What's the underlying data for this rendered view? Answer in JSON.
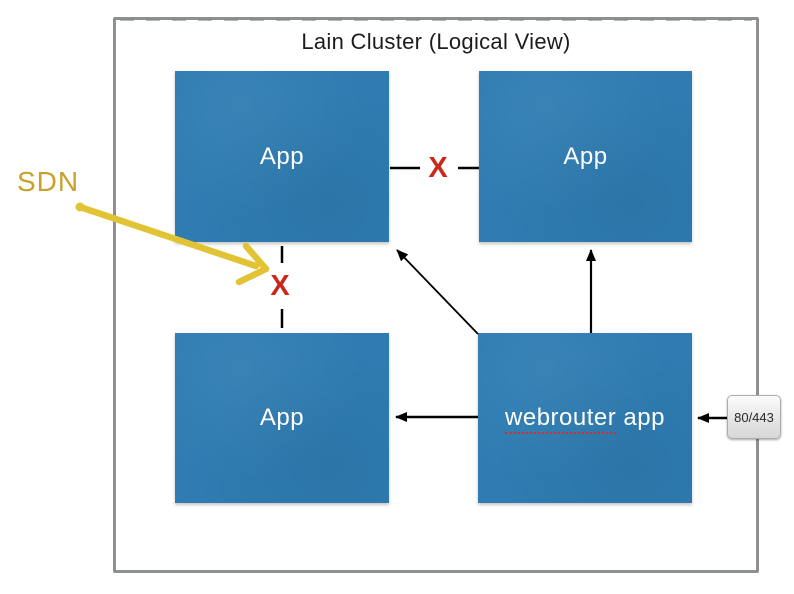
{
  "title": "Lain Cluster (Logical View)",
  "nodes": {
    "app_top_left": {
      "label": "App"
    },
    "app_top_right": {
      "label": "App"
    },
    "app_bottom_left": {
      "label": "App"
    },
    "webrouter": {
      "word_underlined": "webrouter",
      "word_rest": "app"
    }
  },
  "annotations": {
    "sdn_label": "SDN",
    "x_marker_top_link": "X",
    "x_marker_left_link": "X",
    "port_badge": "80/443"
  },
  "colors": {
    "node_fill": "#2e7cb2",
    "node_text": "#ffffff",
    "blocked_x_red": "#c9291c",
    "sdn_gold_text": "#c7a12b",
    "sdn_gold_arrow": "#e2c335",
    "arrow_black": "#000000",
    "frame_gray": "#8d9093",
    "spellcheck_underline": "#d03025",
    "badge_background": "#e6e6e6"
  }
}
